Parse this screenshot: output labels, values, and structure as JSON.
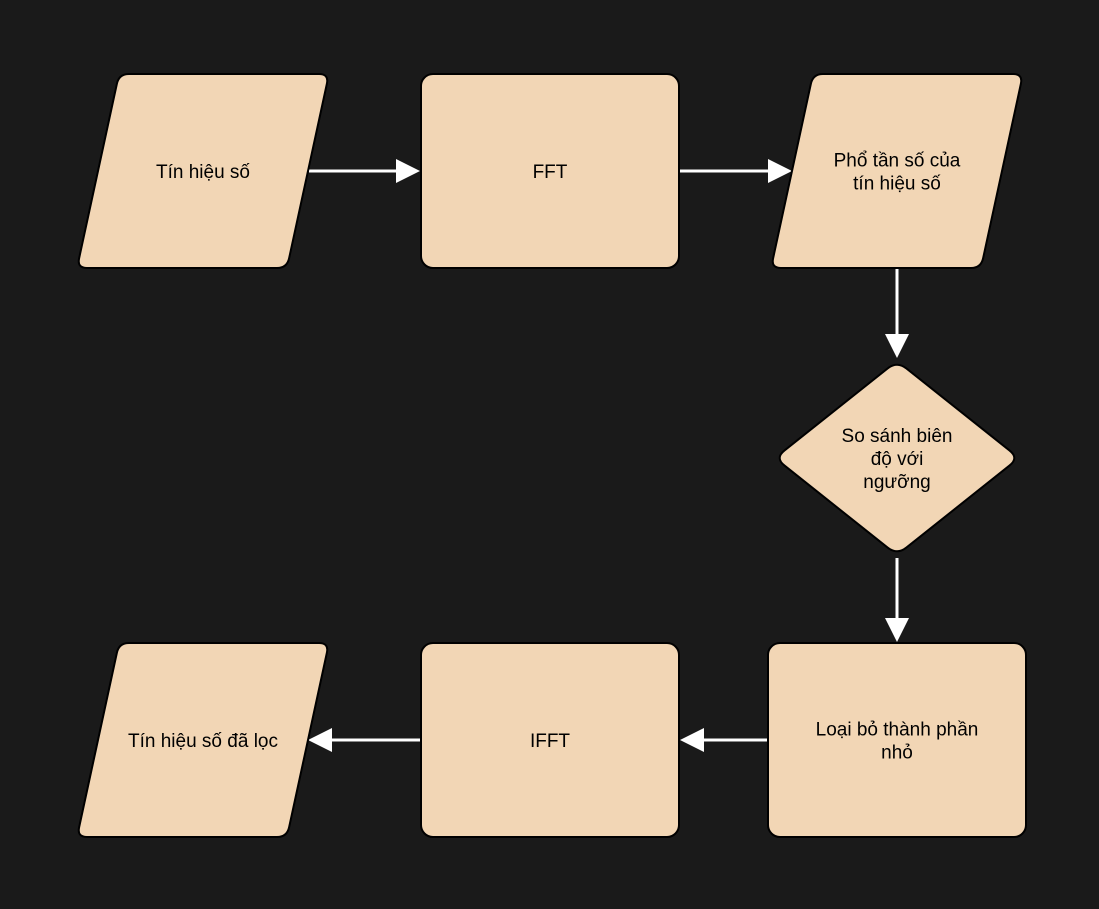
{
  "diagram": {
    "background": "#1a1a1a",
    "node_fill": "#f2d6b5",
    "node_stroke": "#000000",
    "edge_color": "#ffffff",
    "nodes": [
      {
        "id": "signal-in",
        "shape": "parallelogram",
        "lines": [
          "Tín hiệu số"
        ]
      },
      {
        "id": "fft",
        "shape": "rectangle",
        "lines": [
          "FFT"
        ]
      },
      {
        "id": "spectrum",
        "shape": "parallelogram",
        "lines": [
          "Phổ tần số của",
          "tín hiệu số"
        ]
      },
      {
        "id": "compare",
        "shape": "diamond",
        "lines": [
          "So sánh biên",
          "độ với",
          "ngưỡng"
        ]
      },
      {
        "id": "remove",
        "shape": "rectangle",
        "lines": [
          "Loại bỏ thành phần",
          "nhỏ"
        ]
      },
      {
        "id": "ifft",
        "shape": "rectangle",
        "lines": [
          "IFFT"
        ]
      },
      {
        "id": "signal-out",
        "shape": "parallelogram",
        "lines": [
          "Tín hiệu số đã lọc"
        ]
      }
    ],
    "edges": [
      {
        "from": "signal-in",
        "to": "fft"
      },
      {
        "from": "fft",
        "to": "spectrum"
      },
      {
        "from": "spectrum",
        "to": "compare"
      },
      {
        "from": "compare",
        "to": "remove"
      },
      {
        "from": "remove",
        "to": "ifft"
      },
      {
        "from": "ifft",
        "to": "signal-out"
      }
    ]
  }
}
